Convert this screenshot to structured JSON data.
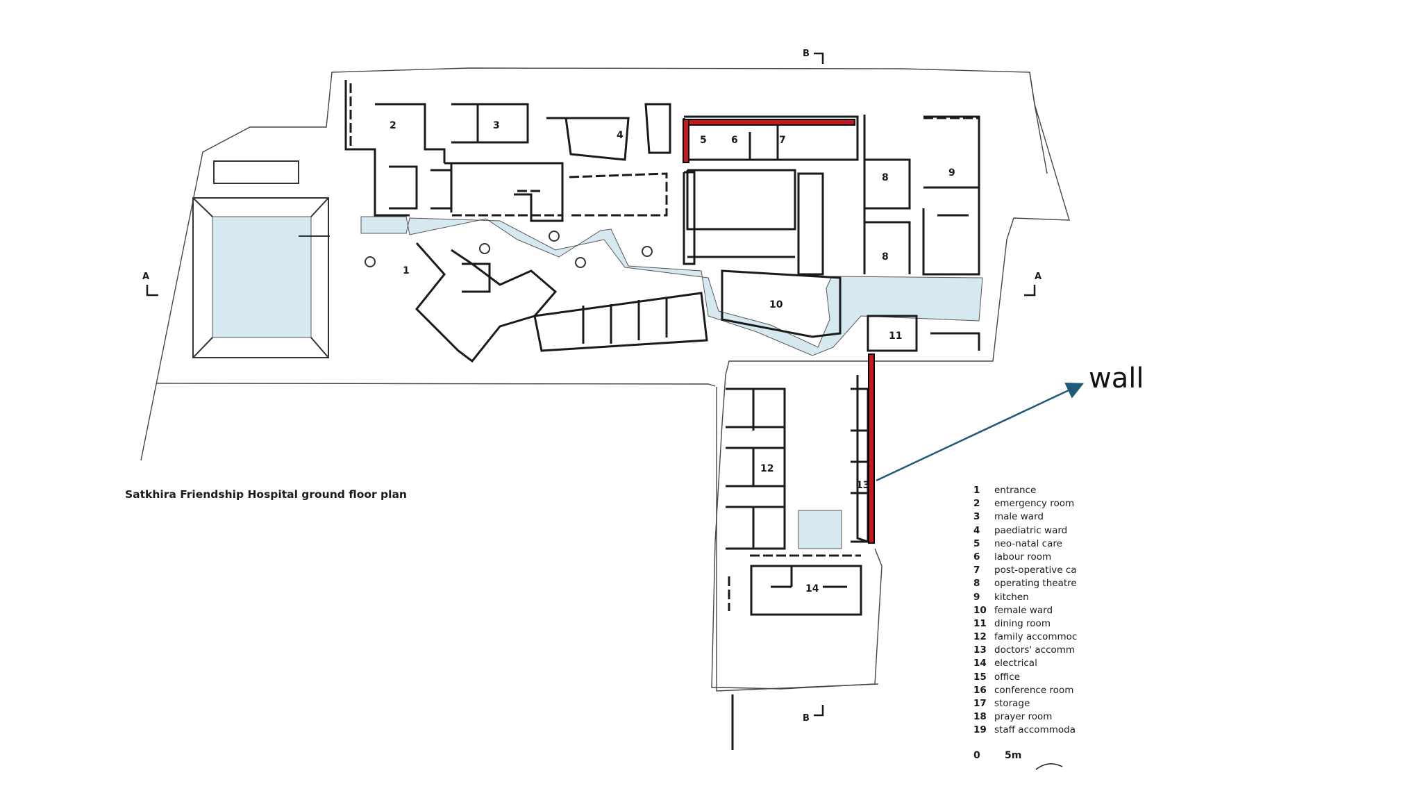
{
  "plan": {
    "title": "Satkhira Friendship Hospital ground floor plan",
    "room_numbers": [
      "1",
      "2",
      "3",
      "4",
      "5",
      "6",
      "7",
      "8",
      "8",
      "9",
      "10",
      "11",
      "12",
      "13",
      "14"
    ],
    "section_marks": [
      "A",
      "A",
      "B",
      "B"
    ],
    "colors": {
      "water": "#d6e9f1",
      "highlight_wall": "#c8181e",
      "line": "#222222",
      "arrow": "#1f5a78"
    }
  },
  "legend": [
    {
      "num": "1",
      "label": "entrance"
    },
    {
      "num": "2",
      "label": "emergency room"
    },
    {
      "num": "3",
      "label": "male ward"
    },
    {
      "num": "4",
      "label": "paediatric ward"
    },
    {
      "num": "5",
      "label": "neo-natal care"
    },
    {
      "num": "6",
      "label": "labour room"
    },
    {
      "num": "7",
      "label": "post-operative ca"
    },
    {
      "num": "8",
      "label": "operating theatre"
    },
    {
      "num": "9",
      "label": "kitchen"
    },
    {
      "num": "10",
      "label": "female ward"
    },
    {
      "num": "11",
      "label": "dining room"
    },
    {
      "num": "12",
      "label": "family accommoc"
    },
    {
      "num": "13",
      "label": "doctors' accomm"
    },
    {
      "num": "14",
      "label": "electrical"
    },
    {
      "num": "15",
      "label": "office"
    },
    {
      "num": "16",
      "label": "conference room"
    },
    {
      "num": "17",
      "label": "storage"
    },
    {
      "num": "18",
      "label": "prayer room"
    },
    {
      "num": "19",
      "label": "staff accommoda"
    }
  ],
  "scale": {
    "zero": "0",
    "five": "5m"
  },
  "annotation": {
    "text": "wall"
  }
}
